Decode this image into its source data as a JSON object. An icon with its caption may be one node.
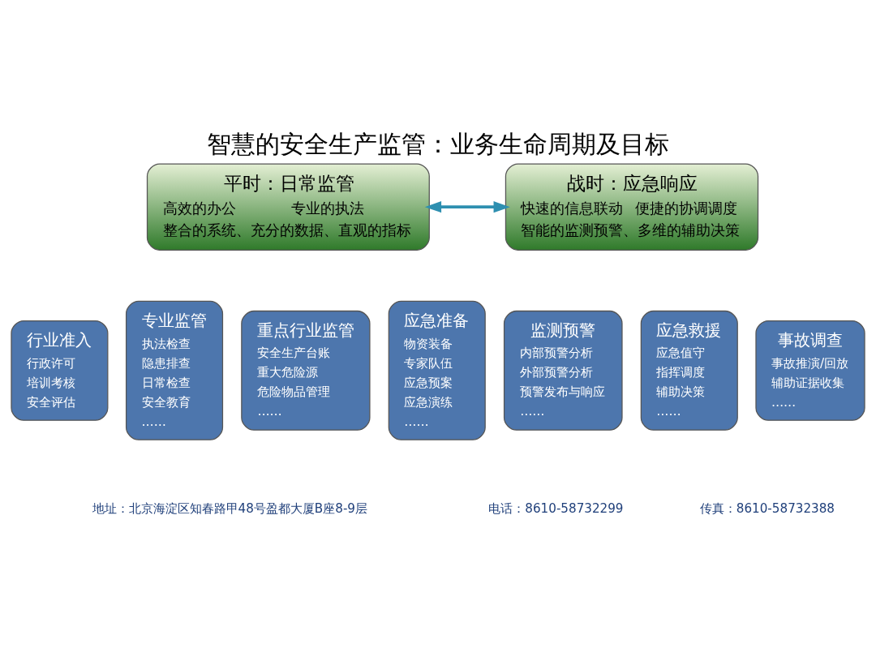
{
  "diagram": {
    "title": "智慧的安全生产监管：业务生命周期及目标",
    "nodes": [
      {
        "text": [
          "平时：日常监管",
          "高效的办公",
          "专业的执法",
          "整合的系统、充分的数据、直观的指标"
        ]
      },
      {
        "text": [
          "战时：应急响应",
          "快速的信息联动",
          "便捷的协调调度",
          "智能的监测预警、多维的辅助决策"
        ]
      },
      {
        "text": [
          "行业准入",
          "行政许可",
          "培训考核",
          "安全评估"
        ]
      },
      {
        "text": [
          "专业监管",
          "执法检查",
          "隐患排查",
          "日常检查",
          "安全教育",
          "……"
        ]
      },
      {
        "text": [
          "重点行业监管",
          "安全生产台账",
          "重大危险源",
          "危险物品管理",
          "……"
        ]
      },
      {
        "text": [
          "应急准备",
          "物资装备",
          "专家队伍",
          "应急预案",
          "应急演练",
          "……"
        ]
      },
      {
        "text": [
          "监测预警",
          "内部预警分析",
          "外部预警分析",
          "预警发布与响应",
          "……"
        ]
      },
      {
        "text": [
          "应急救援",
          "应急值守",
          "指挥调度",
          "辅助决策",
          "……"
        ]
      },
      {
        "text": [
          "事故调查",
          "事故推演/回放",
          "辅助证据收集",
          "……"
        ]
      }
    ],
    "edges": [
      {
        "from": 0,
        "to": 1,
        "arrow": "both"
      }
    ],
    "labels": [
      "地址：北京海淀区知春路甲48号盈都大厦B座8-9层",
      "电话：8610-58732299",
      "传真：8610-58732388"
    ]
  }
}
